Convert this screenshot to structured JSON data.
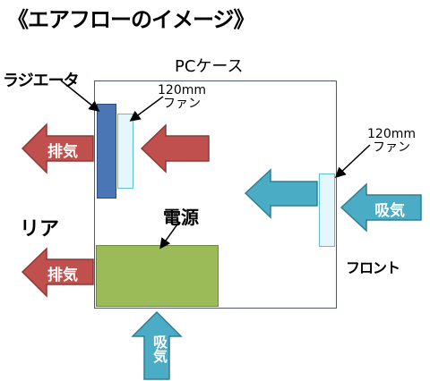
{
  "title": "《エアフローのイメージ》",
  "labels": {
    "pc_case": "PCケース",
    "radiator": "ラジエータ",
    "fan_rear": "120mm\nファン",
    "fan_front": "120mm\nファン",
    "psu": "電源",
    "rear": "リア",
    "front": "フロント"
  },
  "arrows": {
    "exhaust_top": "排気",
    "exhaust_bottom": "排気",
    "intake_front": "吸気",
    "intake_bottom": "吸気"
  },
  "colors": {
    "exhaust_arrow": "#c0504d",
    "intake_arrow": "#4bacc6",
    "radiator": "#4a76b6",
    "fan": "#e3f7fd",
    "psu": "#9bbb59"
  }
}
